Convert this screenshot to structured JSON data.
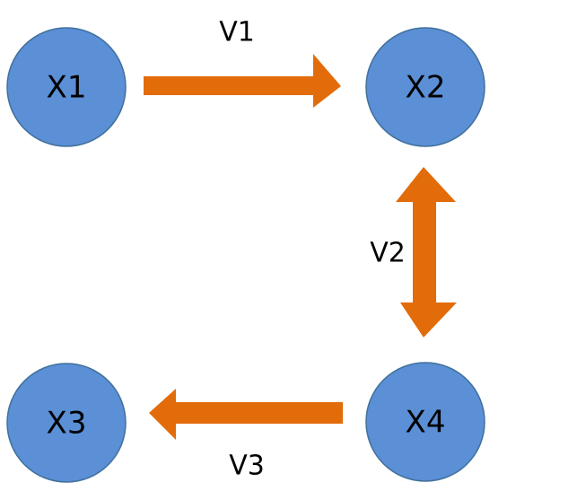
{
  "colors": {
    "node_fill": "#5b8fd6",
    "arrow_fill": "#e36c0a"
  },
  "nodes": [
    {
      "id": "x1",
      "label": "X1"
    },
    {
      "id": "x2",
      "label": "X2"
    },
    {
      "id": "x3",
      "label": "X3"
    },
    {
      "id": "x4",
      "label": "X4"
    }
  ],
  "edges": [
    {
      "id": "v1",
      "label": "V1",
      "from": "X1",
      "to": "X2",
      "direction": "forward"
    },
    {
      "id": "v2",
      "label": "V2",
      "from": "X2",
      "to": "X4",
      "direction": "both"
    },
    {
      "id": "v3",
      "label": "V3",
      "from": "X4",
      "to": "X3",
      "direction": "forward"
    }
  ]
}
